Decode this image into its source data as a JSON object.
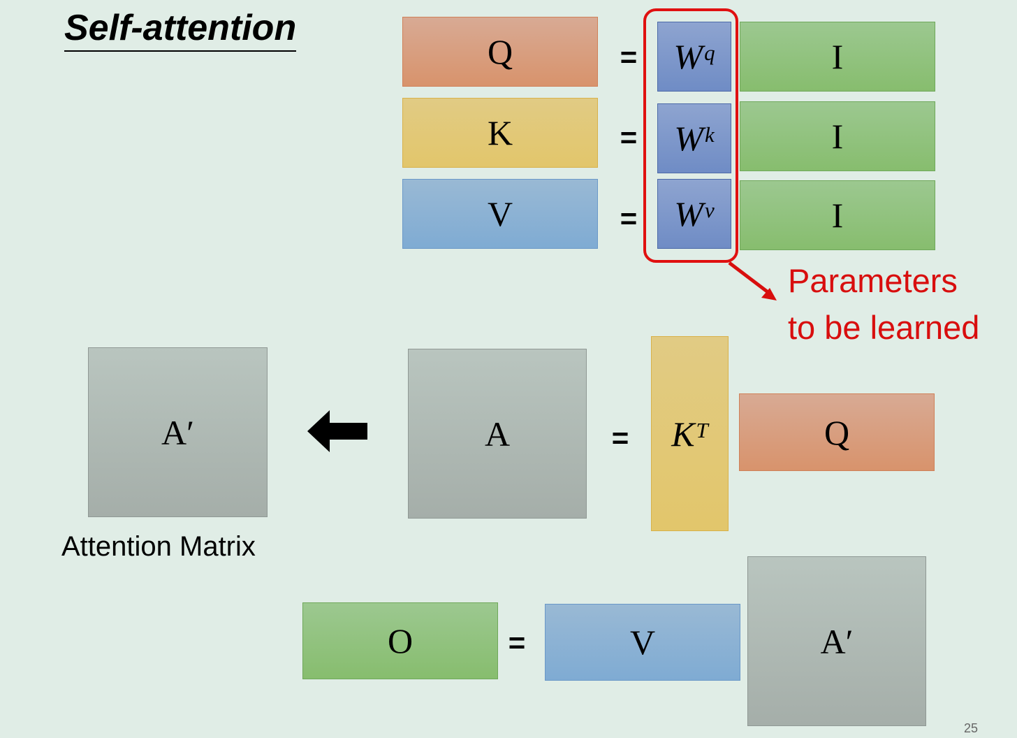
{
  "title": "Self-attention",
  "equals_sign": "=",
  "rows": [
    {
      "lhs": "Q",
      "w_base": "W",
      "w_sup": "q",
      "rhs": "I"
    },
    {
      "lhs": "K",
      "w_base": "W",
      "w_sup": "k",
      "rhs": "I"
    },
    {
      "lhs": "V",
      "w_base": "W",
      "w_sup": "v",
      "rhs": "I"
    }
  ],
  "annotation": {
    "line1": "Parameters",
    "line2": "to be learned"
  },
  "attention": {
    "a_prime": "A′",
    "a": "A",
    "kt_base": "K",
    "kt_sup": "T",
    "q": "Q",
    "label": "Attention Matrix"
  },
  "output": {
    "o": "O",
    "v": "V",
    "a_prime": "A′"
  },
  "page_number": "25",
  "colors": {
    "orange": "#d8936c",
    "yellow": "#e2c66b",
    "blue": "#7fabd3",
    "green": "#87bd6e",
    "gray": "#a5aea9",
    "w_blue": "#6f8cc5",
    "highlight_red": "#e01010",
    "background": "#e0ede6"
  }
}
